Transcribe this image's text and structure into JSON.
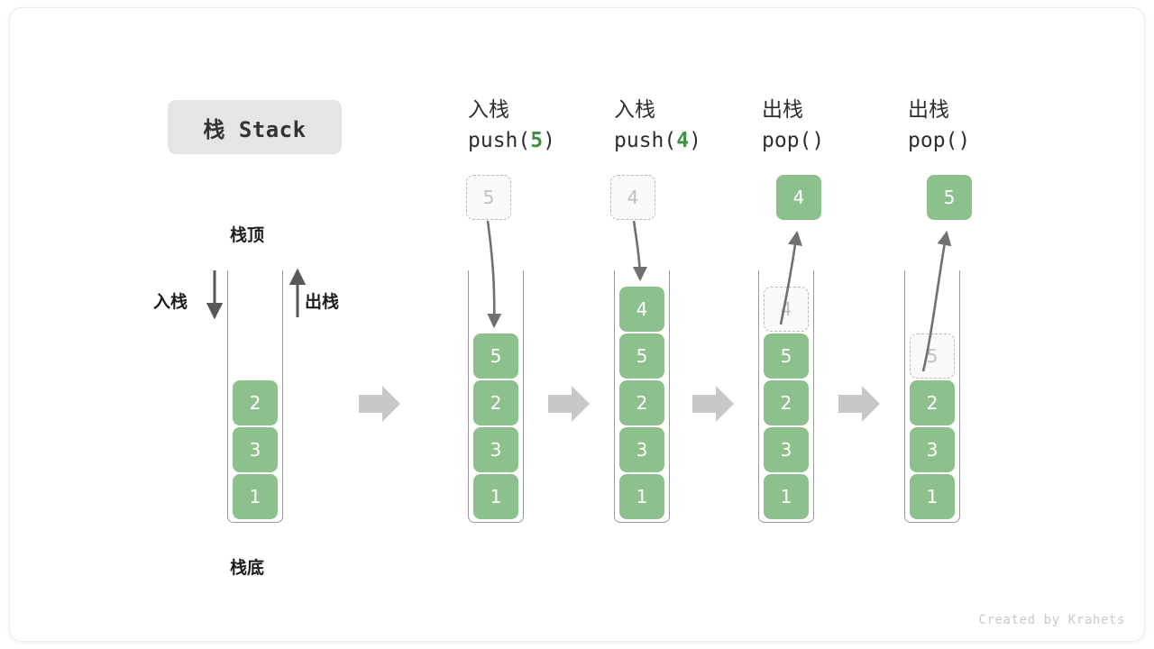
{
  "title": "栈 Stack",
  "watermark": "Created by Krahets",
  "labels": {
    "top": "栈顶",
    "bottom": "栈底",
    "push": "入栈",
    "pop": "出栈"
  },
  "colors": {
    "cell_green": "#8cc08c",
    "accent_green": "#3f9142",
    "chip_gray": "#e5e5e5",
    "arrow_gray": "#c8c8c8",
    "stroke_gray": "#707070",
    "ghost_border": "#b9b9b9"
  },
  "columns": [
    {
      "id": "initial",
      "head_cn": "",
      "head_code": "",
      "code_arg": "",
      "floating": null,
      "stack": [
        "2",
        "3",
        "1"
      ],
      "ghost_index": -1
    },
    {
      "id": "push-5",
      "head_cn": "入栈",
      "head_code_pre": "push(",
      "code_arg": "5",
      "head_code_post": ")",
      "floating": {
        "value": "5",
        "style": "ghost"
      },
      "stack": [
        "5",
        "2",
        "3",
        "1"
      ],
      "ghost_index": -1
    },
    {
      "id": "push-4",
      "head_cn": "入栈",
      "head_code_pre": "push(",
      "code_arg": "4",
      "head_code_post": ")",
      "floating": {
        "value": "4",
        "style": "ghost"
      },
      "stack": [
        "4",
        "5",
        "2",
        "3",
        "1"
      ],
      "ghost_index": -1
    },
    {
      "id": "pop-4",
      "head_cn": "出栈",
      "head_code_pre": "pop(",
      "code_arg": "",
      "head_code_post": ")",
      "floating": {
        "value": "4",
        "style": "solid"
      },
      "stack": [
        "4",
        "5",
        "2",
        "3",
        "1"
      ],
      "ghost_index": 0
    },
    {
      "id": "pop-5",
      "head_cn": "出栈",
      "head_code_pre": "pop(",
      "code_arg": "",
      "head_code_post": ")",
      "floating": {
        "value": "5",
        "style": "solid"
      },
      "stack": [
        "5",
        "2",
        "3",
        "1"
      ],
      "ghost_index": 0
    }
  ],
  "cells": {
    "c0_0": "2",
    "c0_1": "3",
    "c0_2": "1",
    "c1_float": "5",
    "c1_0": "5",
    "c1_1": "2",
    "c1_2": "3",
    "c1_3": "1",
    "c2_float": "4",
    "c2_0": "4",
    "c2_1": "5",
    "c2_2": "2",
    "c2_3": "3",
    "c2_4": "1",
    "c3_float": "4",
    "c3_0": "4",
    "c3_1": "5",
    "c3_2": "2",
    "c3_3": "3",
    "c3_4": "1",
    "c4_float": "5",
    "c4_0": "5",
    "c4_1": "2",
    "c4_2": "3",
    "c4_3": "1"
  },
  "heads": {
    "h1_cn": "入栈",
    "h1_pre": "push(",
    "h1_arg": "5",
    "h1_post": ")",
    "h2_cn": "入栈",
    "h2_pre": "push(",
    "h2_arg": "4",
    "h2_post": ")",
    "h3_cn": "出栈",
    "h3_pre": "pop(",
    "h3_arg": "",
    "h3_post": ")",
    "h4_cn": "出栈",
    "h4_pre": "pop(",
    "h4_arg": "",
    "h4_post": ")"
  }
}
